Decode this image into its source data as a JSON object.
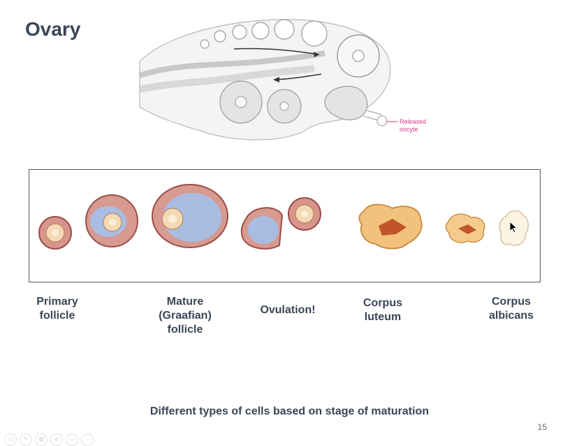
{
  "slide": {
    "title": "Ovary",
    "caption": "Different types of cells based on stage of maturation",
    "page_number": "15"
  },
  "ovary_diagram": {
    "released_label": "Released\noocyte"
  },
  "stages": [
    {
      "id": "primary",
      "label": "Primary\nfollicle"
    },
    {
      "id": "mature",
      "label": "Mature\n(Graafian)\nfollicle"
    },
    {
      "id": "ovulation",
      "label": "Ovulation!"
    },
    {
      "id": "luteum",
      "label": "Corpus\nluteum"
    },
    {
      "id": "albicans",
      "label": "Corpus\nalbicans"
    }
  ],
  "toolbar": {
    "buttons": [
      {
        "icon": "previous-icon",
        "glyph": "◁"
      },
      {
        "icon": "pen-icon",
        "glyph": "✎"
      },
      {
        "icon": "slides-icon",
        "glyph": "▦"
      },
      {
        "icon": "zoom-icon",
        "glyph": "⊕"
      },
      {
        "icon": "subtitles-icon",
        "glyph": "▭"
      },
      {
        "icon": "more-icon",
        "glyph": "⋯"
      }
    ]
  },
  "colors": {
    "title": "#3a4556",
    "follicle_wall": "#b5625e",
    "antrum": "#a9bde2",
    "oocyte": "#f3d9b4",
    "luteum": "#f2c27d",
    "released_label": "#d23a8b"
  }
}
